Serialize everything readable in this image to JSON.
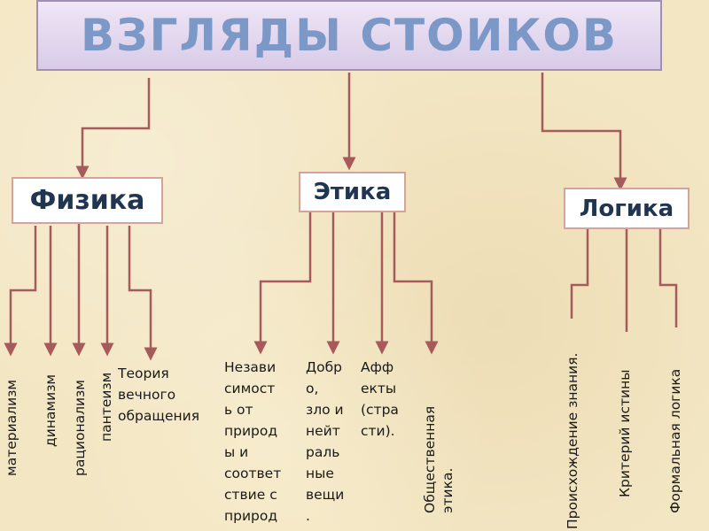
{
  "title": "ВЗГЛЯДЫ СТОИКОВ",
  "categories": {
    "physics": "Физика",
    "ethics": "Этика",
    "logic": "Логика"
  },
  "physics_items": [
    "материализм",
    "динамизм",
    "рационализм",
    "пантеизм",
    "Теория\nвечного\nобращения"
  ],
  "ethics_items": [
    "Незави\nсимост\nь от\nприрод\nы и\nсоответ\nствие с\nприрод",
    "Добр\nо,\nзло и\nнейт\nраль\nные\nвещи\n.",
    "Афф\nекты\n(стра\nсти).",
    "Общественная\nэтика."
  ],
  "logic_items": [
    "Происхождение знания.",
    "Критерий истины",
    "Формальная логика"
  ],
  "colors": {
    "line": "#a65a5a",
    "title_text": "#7c98c6",
    "title_bg": "#e3d6ee",
    "category_text": "#1f3550",
    "background": "#f3e6c3"
  }
}
